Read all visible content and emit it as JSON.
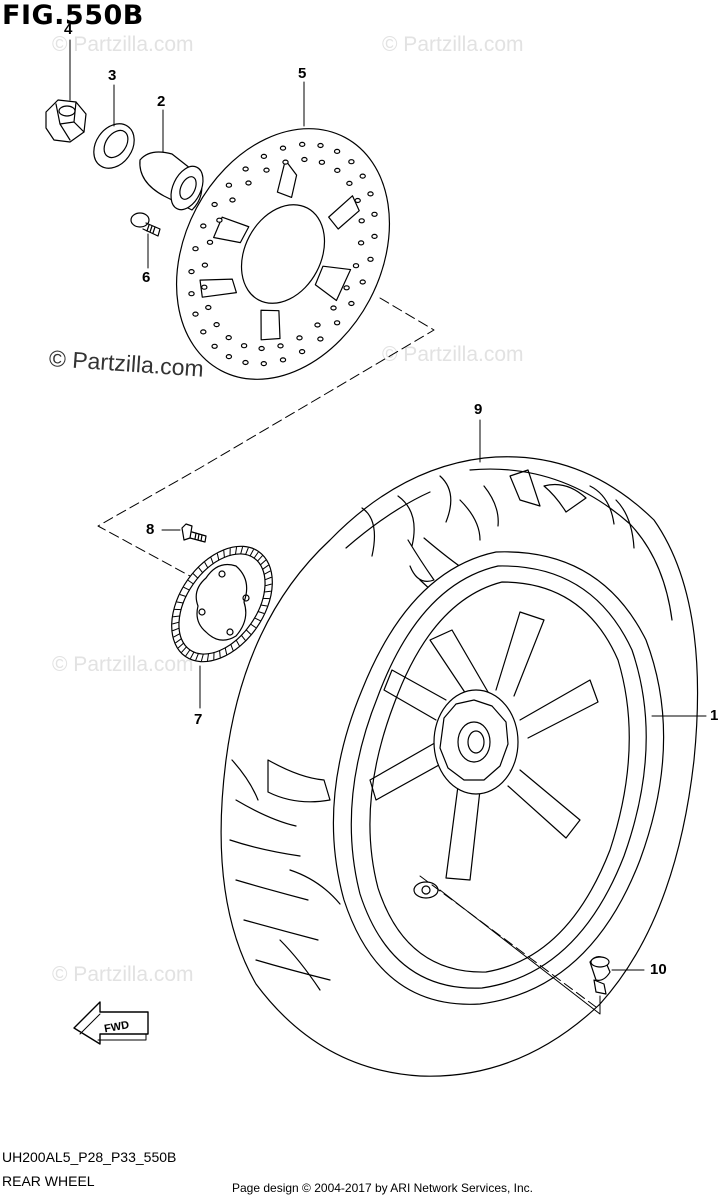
{
  "figure": {
    "title": "FIG.550B",
    "code": "UH200AL5_P28_P33_550B",
    "name": "REAR WHEEL",
    "credit": "Page design © 2004-2017 by ARI Network Services, Inc."
  },
  "watermark": {
    "text": "© Partzilla.com"
  },
  "fwd_label": "FWD",
  "parts": [
    {
      "number": "1",
      "name": "rear-wheel-assembly"
    },
    {
      "number": "2",
      "name": "spacer"
    },
    {
      "number": "3",
      "name": "washer"
    },
    {
      "number": "4",
      "name": "axle-nut"
    },
    {
      "number": "5",
      "name": "brake-disc"
    },
    {
      "number": "6",
      "name": "disc-bolt"
    },
    {
      "number": "7",
      "name": "abs-sensor-rotor"
    },
    {
      "number": "8",
      "name": "rotor-screw"
    },
    {
      "number": "9",
      "name": "tire"
    },
    {
      "number": "10",
      "name": "valve"
    }
  ],
  "colors": {
    "line": "#000000",
    "watermark": "#e2e2e2",
    "background": "#ffffff"
  }
}
